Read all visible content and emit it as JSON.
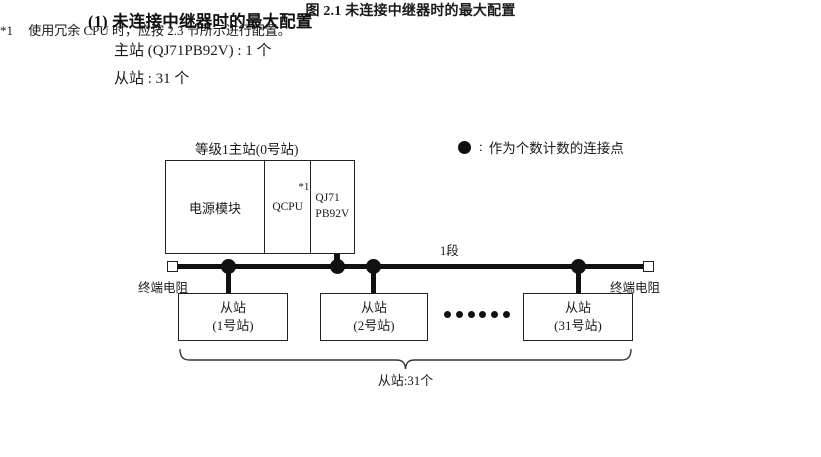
{
  "heading": {
    "number": "(1)",
    "title": "未连接中继器时的最大配置",
    "specs": [
      "主站 (QJ71PB92V) : 1 个",
      "从站 : 31 个"
    ]
  },
  "diagram": {
    "master": {
      "label": "等级1主站(0号站)",
      "cells": {
        "power": "电源模块",
        "cpu": "QCPU",
        "cpu_note": "*1",
        "network_line1": "QJ71",
        "network_line2": "PB92V"
      }
    },
    "segment_label": "1段",
    "terminators": {
      "left_label": "终端电阻",
      "right_label": "终端电阻"
    },
    "slaves": [
      {
        "name": "从站",
        "station": "(1号站)"
      },
      {
        "name": "从站",
        "station": "(2号站)"
      },
      {
        "name": "从站",
        "station": "(31号站)"
      }
    ],
    "ellipsis_dot_count": 6,
    "brace_label": "从站:31个",
    "legend": {
      "symbol": "filled-circle",
      "separator": ":",
      "text": "作为个数计数的连接点"
    }
  },
  "figure": {
    "caption": "图 2.1  未连接中继器时的最大配置"
  },
  "footnote": {
    "marker": "*1",
    "text": "使用冗余 CPU 时，应按 2.3 节所示进行配置。"
  }
}
